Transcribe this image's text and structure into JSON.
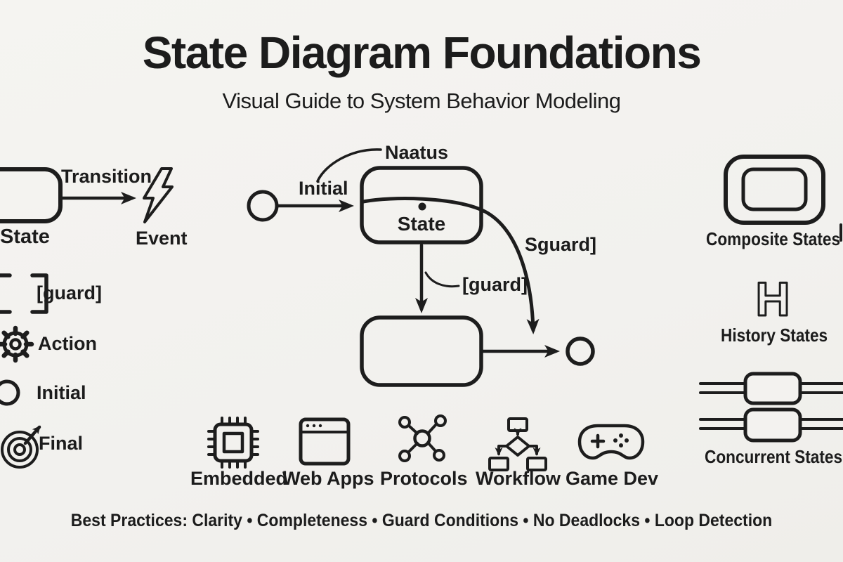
{
  "title": "State Diagram Foundations",
  "subtitle": "Visual Guide to System Behavior Modeling",
  "colors": {
    "background": "#f3f2ef",
    "ink": "#1d1d1d"
  },
  "legend_left": {
    "state_label": "State",
    "transition_label": "Transition",
    "event_label": "Event",
    "items": [
      {
        "icon": "guard-brackets-icon",
        "label": "[guard]"
      },
      {
        "icon": "gear-icon",
        "label": "Action"
      },
      {
        "icon": "circle-icon",
        "label": "Initial"
      },
      {
        "icon": "target-dart-icon",
        "label": "Final"
      }
    ]
  },
  "diagram": {
    "annotation_top": "Naatus",
    "initial_arrow_label": "Initial",
    "state_box_label": "State",
    "guard_label": "[guard]",
    "curve_label": "Sguard]"
  },
  "concepts_right": [
    {
      "icon": "nested-rounded-rects-icon",
      "label": "Composite States"
    },
    {
      "icon": "outlined-h-icon",
      "label": "History States",
      "glyph": "H"
    },
    {
      "icon": "parallel-lanes-icon",
      "label": "Concurrent States"
    }
  ],
  "applications": [
    {
      "icon": "chip-icon",
      "label": "Embedded"
    },
    {
      "icon": "browser-window-icon",
      "label": "Web Apps"
    },
    {
      "icon": "network-nodes-icon",
      "label": "Protocols"
    },
    {
      "icon": "flowchart-icon",
      "label": "Workflow"
    },
    {
      "icon": "gamepad-icon",
      "label": "Game Dev"
    }
  ],
  "footer": {
    "best_practices": "Best Practices: Clarity • Completeness • Guard Conditions • No Deadlocks • Loop Detection"
  }
}
